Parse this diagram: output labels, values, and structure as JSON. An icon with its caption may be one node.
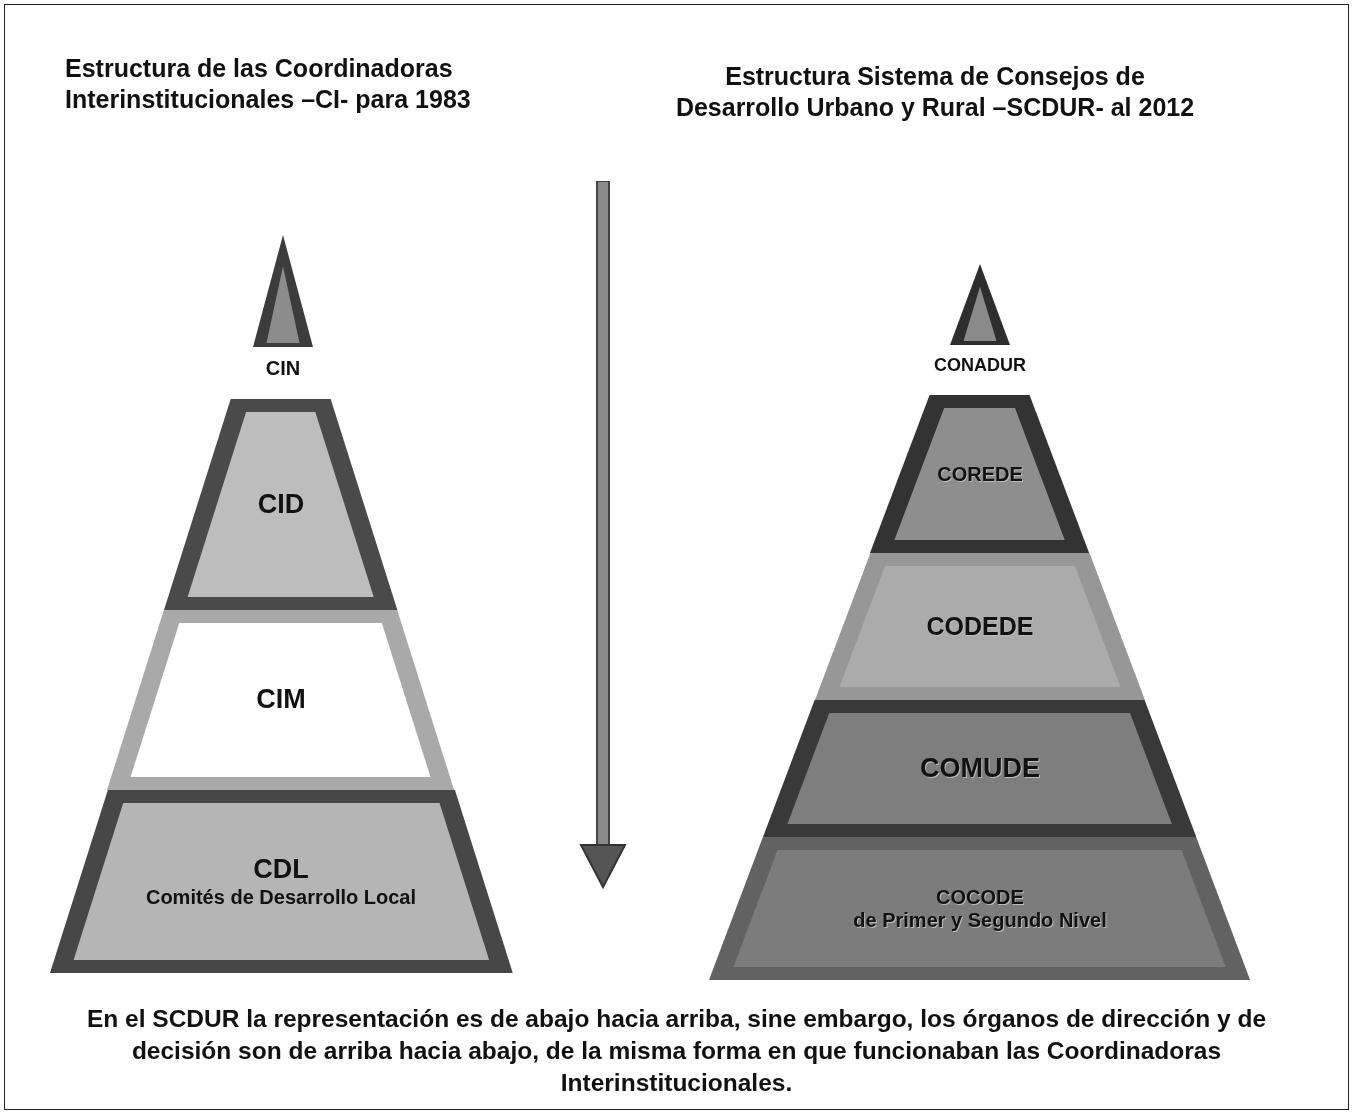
{
  "diagram": {
    "caption": "En el SCDUR la representación es de abajo hacia arriba, sine embargo, los órganos de dirección y de decisión son de arriba hacia abajo, de la misma forma en que funcionaban las Coordinadoras Interinstitucionales.",
    "nodes": [
      {
        "text": [
          "CIN"
        ]
      },
      {
        "text": [
          "CID"
        ]
      },
      {
        "text": [
          "CIM"
        ]
      },
      {
        "text": [
          "CDL",
          "Comités de Desarrollo Local"
        ]
      },
      {
        "text": [
          "CONADUR"
        ]
      },
      {
        "text": [
          "COREDE"
        ]
      },
      {
        "text": [
          "CODEDE"
        ]
      },
      {
        "text": [
          "COMUDE"
        ]
      },
      {
        "text": [
          "COCODE",
          "de Primer y Segundo Nivel"
        ]
      }
    ],
    "labels": [
      "Estructura de las Coordinadoras Interinstitucionales –CI- para 1983",
      "Estructura Sistema de Consejos de Desarrollo Urbano y Rural  –SCDUR- al 2012"
    ]
  }
}
